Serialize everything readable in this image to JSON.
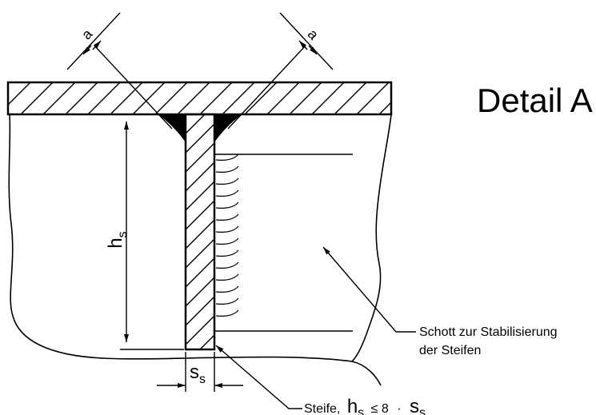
{
  "title": "Detail A",
  "dimensions": {
    "weld_throat_left": "a",
    "weld_throat_right": "a",
    "stiffener_height": "hs",
    "stiffener_thickness": "ss"
  },
  "annotations": {
    "bulkhead_line1": "Schott zur Stabilisierung",
    "bulkhead_line2": "der Steifen",
    "stiffener_prefix": "Steife,",
    "stiffener_formula_h": "h",
    "stiffener_formula_sub1": "s",
    "stiffener_formula_le": "≤ 8",
    "stiffener_formula_dot": "·",
    "stiffener_formula_s": "s",
    "stiffener_formula_sub2": "s"
  },
  "colors": {
    "line": "#000000",
    "background": "#ffffff"
  }
}
